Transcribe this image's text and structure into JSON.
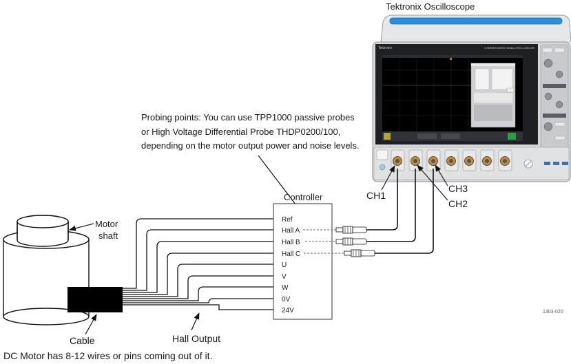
{
  "oscilloscope": {
    "title": "Tektronix Oscilloscope",
    "brand": "Tektronix",
    "model": "4 SERIES",
    "model_desc": "MIXED SIGNAL OSCILLOSCOPE"
  },
  "probing_note": {
    "lines": [
      "Probing points: You can use TPP1000 passive probes",
      "or High Voltage Differential Probe THDP0200/100,",
      "depending on the motor output power and noise levels."
    ]
  },
  "controller": {
    "title": "Controller",
    "pins": [
      "Ref",
      "Hall A",
      "Hall B",
      "Hall C",
      "U",
      "V",
      "W",
      "0V",
      "24V"
    ]
  },
  "motor": {
    "shaft_label_1": "Motor",
    "shaft_label_2": "shaft",
    "cable_label": "Cable",
    "hall_output_label": "Hall Output"
  },
  "channels": {
    "ch1": "CH1",
    "ch2": "CH2",
    "ch3": "CH3"
  },
  "footer_note": "DC Motor has 8-12 wires or pins coming out of it.",
  "figure_id": "1303-020"
}
